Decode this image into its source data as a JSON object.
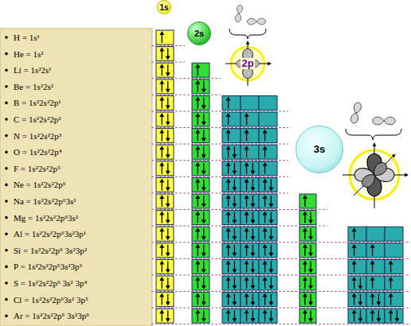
{
  "diagram": {
    "nodes": [
      {
        "text": [
          "1s"
        ]
      },
      {
        "text": [
          "2s"
        ]
      },
      {
        "text": [
          "2p"
        ]
      },
      {
        "text": [
          "3s"
        ]
      }
    ],
    "labels": [
      "H = 1s¹",
      "He = 1s²",
      "Li = 1s²2s¹",
      "Be = 1s²2s²",
      "B = 1s²2s²2p¹",
      "C = 1s²2s²2p²",
      "N = 1s²2s²2p³",
      "O = 1s²2s²2p⁴",
      "F = 1s²2s²2p⁵",
      "Ne = 1s²2s²2p⁶",
      "Na = 1s²2s²2p⁶3s¹",
      "Mg = 1s²2s²2p⁶3s²",
      "Al = 1s²2s²2p⁶3s²3p¹",
      "Si = 1s²2s²2p⁶ 3s²3p²",
      "P = 1s²2s²2p⁶3s²3p³",
      "S = 1s²2s²2p⁶ 3s² 3p⁴",
      "Cl = 1s²2s²2p⁶3s² 3p⁵",
      "Ar = 1s²2s²2p⁶ 3s²3p⁶"
    ]
  }
}
